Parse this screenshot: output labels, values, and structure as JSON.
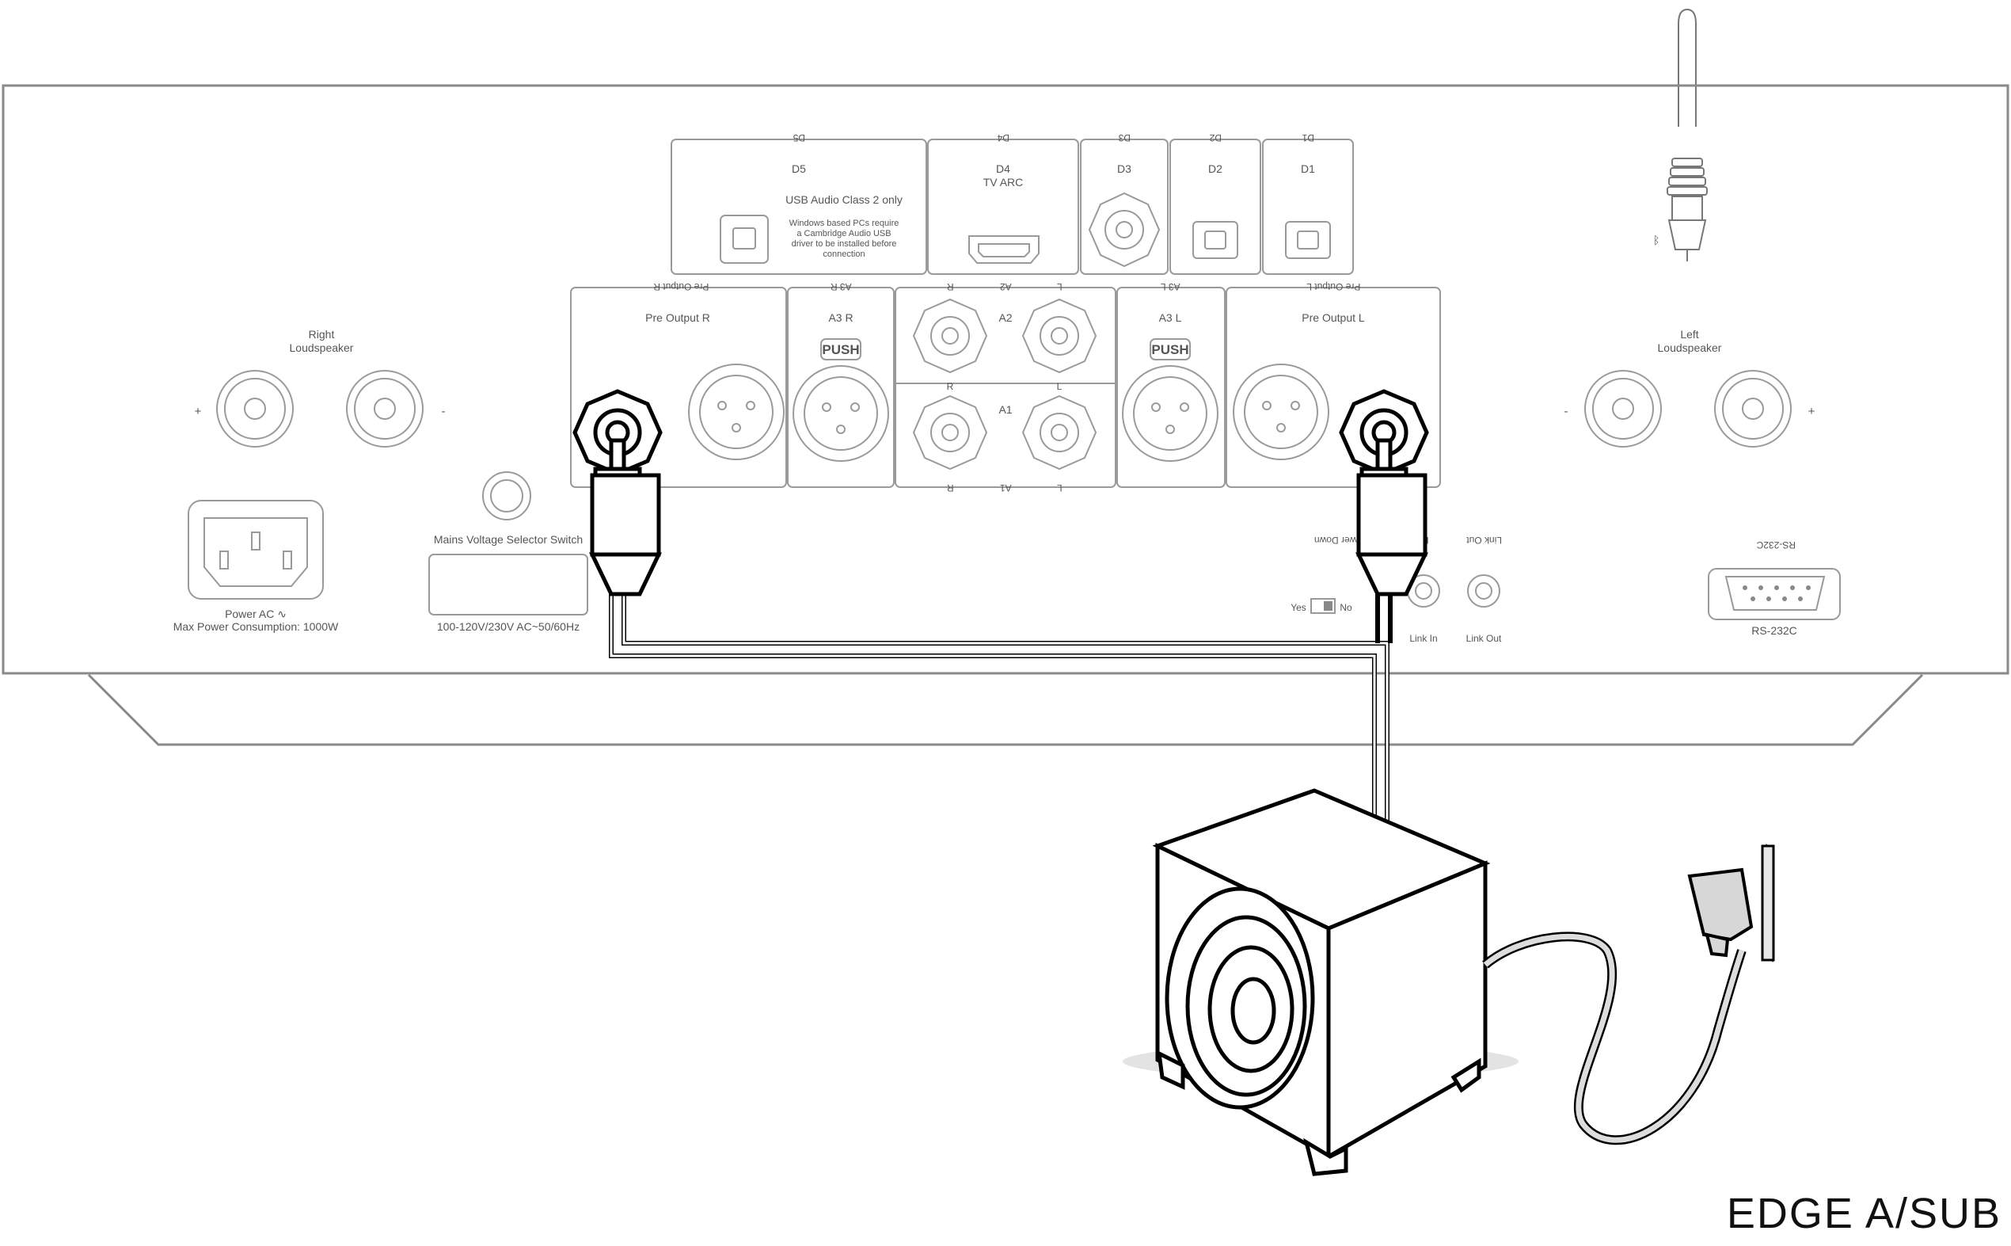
{
  "product_title": "EDGE A/SUB",
  "labels": {
    "d5_top": "D5",
    "d4_top": "D4",
    "d3_top": "D3",
    "d2_top": "D2",
    "d1_top": "D1",
    "d5": "D5",
    "usb_class": "USB Audio Class 2 only",
    "usb_note_1": "Windows based PCs require",
    "usb_note_2": "a Cambridge Audio USB",
    "usb_note_3": "driver to be installed before",
    "usb_note_4": "connection",
    "d4": "D4",
    "tv_arc": "TV ARC",
    "d3": "D3",
    "d2": "D2",
    "d1": "D1",
    "pre_out_r_top": "Pre Output R",
    "a3r_top": "A3 R",
    "a2_r_top": "R",
    "a2_top": "A2",
    "a2_l_top": "L",
    "a3l_top": "A3 L",
    "pre_out_l_top": "Pre Output L",
    "pre_out_r": "Pre Output R",
    "a3r": "A3 R",
    "a2": "A2",
    "a3l": "A3 L",
    "pre_out_l": "Pre Output L",
    "push_r": "PUSH",
    "push_l": "PUSH",
    "a1_r": "R",
    "a1_l": "L",
    "a1": "A1",
    "a1_bottom": "A1",
    "a1_bottom_r": "R",
    "a1_bottom_l": "L",
    "right_ls_1": "Right",
    "right_ls_2": "Loudspeaker",
    "left_ls_1": "Left",
    "left_ls_2": "Loudspeaker",
    "plus": "+",
    "minus": "-",
    "power_ac": "Power AC ∿",
    "max_power": "Max Power Consumption: 1000W",
    "mains_selector": "Mains Voltage Selector Switch",
    "mains_range": "100-120V/230V AC~50/60Hz",
    "auto_power_down": "Auto Power Down",
    "link_short": "Li",
    "link_out_top": "Link Out",
    "yes": "Yes",
    "no": "No",
    "link_in": "Link In",
    "link_out": "Link Out",
    "rs232_top": "RS-232C",
    "rs232": "RS-232C"
  }
}
